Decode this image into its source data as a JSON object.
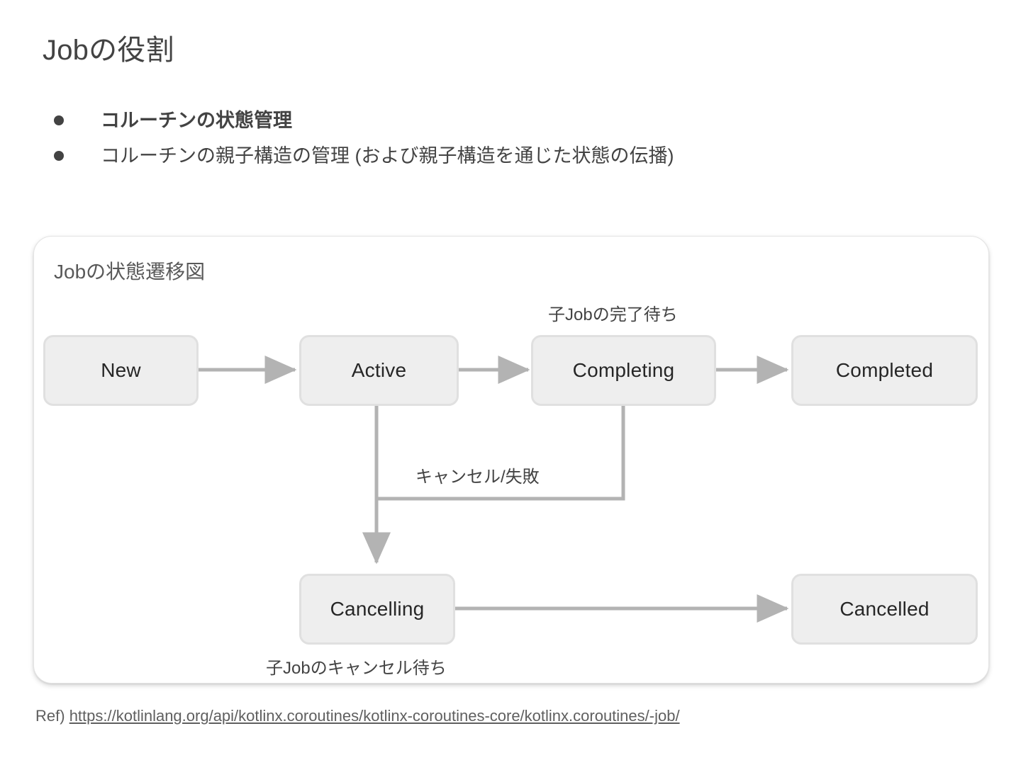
{
  "slide": {
    "title": "Jobの役割",
    "bullets": [
      {
        "text": "コルーチンの状態管理",
        "bold": true
      },
      {
        "text": "コルーチンの親子構造の管理 (および親子構造を通じた状態の伝播)",
        "bold": false
      }
    ],
    "reference": {
      "prefix": "Ref) ",
      "url_text": "https://kotlinlang.org/api/kotlinx.coroutines/kotlinx-coroutines-core/kotlinx.coroutines/-job/"
    }
  },
  "diagram": {
    "title": "Jobの状態遷移図",
    "nodes": [
      {
        "id": "new",
        "label": "New"
      },
      {
        "id": "active",
        "label": "Active"
      },
      {
        "id": "completing",
        "label": "Completing"
      },
      {
        "id": "completed",
        "label": "Completed"
      },
      {
        "id": "cancelling",
        "label": "Cancelling"
      },
      {
        "id": "cancelled",
        "label": "Cancelled"
      }
    ],
    "edge_labels": [
      {
        "id": "child-complete-wait",
        "text": "子Jobの完了待ち"
      },
      {
        "id": "cancel-or-fail",
        "text": "キャンセル/失敗"
      },
      {
        "id": "child-cancel-wait",
        "text": "子Jobのキャンセル待ち"
      }
    ],
    "edges": [
      {
        "from": "new",
        "to": "active",
        "label": ""
      },
      {
        "from": "active",
        "to": "completing",
        "label": ""
      },
      {
        "from": "completing",
        "to": "completed",
        "label": ""
      },
      {
        "from": "active",
        "to": "cancelling",
        "label": "キャンセル/失敗"
      },
      {
        "from": "completing",
        "to": "cancelling",
        "label": "キャンセル/失敗"
      },
      {
        "from": "cancelling",
        "to": "cancelled",
        "label": ""
      }
    ]
  },
  "colors": {
    "text": "#434343",
    "node_fill": "#eeeeee",
    "node_border": "#e0e0e0",
    "connector": "#b3b3b3",
    "card_border": "#e4e4e4",
    "background": "#ffffff"
  }
}
